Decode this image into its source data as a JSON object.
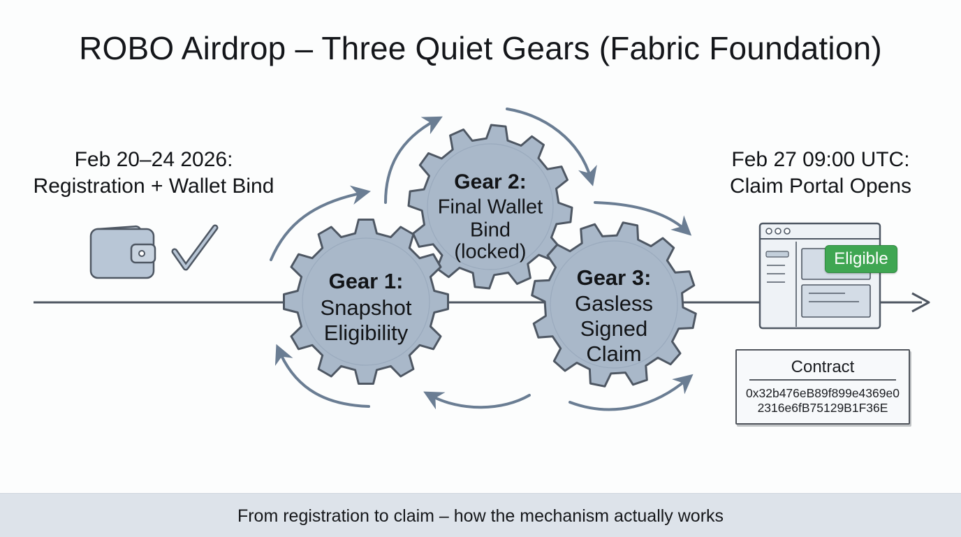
{
  "title": "ROBO Airdrop – Three Quiet Gears (Fabric Foundation)",
  "left_caption": {
    "line1": "Feb 20–24 2026:",
    "line2": "Registration + Wallet Bind"
  },
  "right_caption": {
    "line1": "Feb 27 09:00 UTC:",
    "line2": "Claim Portal Opens"
  },
  "gears": [
    {
      "heading": "Gear 1:",
      "lines": [
        "Snapshot",
        "Eligibility"
      ]
    },
    {
      "heading": "Gear 2:",
      "lines": [
        "Final Wallet",
        "Bind",
        "(locked)"
      ]
    },
    {
      "heading": "Gear 3:",
      "lines": [
        "Gasless",
        "Signed",
        "Claim"
      ]
    }
  ],
  "portal": {
    "badge": "Eligible"
  },
  "contract": {
    "title": "Contract",
    "address_line1": "0x32b476eB89f899e4369e0",
    "address_line2": "2316e6fB75129B1F36E"
  },
  "footer": "From registration to claim – how the mechanism actually works",
  "colors": {
    "gear_fill": "#a9b8c9",
    "gear_stroke": "#4e5763",
    "arrow": "#6a7d93",
    "badge_green": "#3fa652",
    "footer_bg": "#dde3ea"
  },
  "icons": [
    "wallet-icon",
    "checkmark-icon",
    "browser-window-icon",
    "arrow-right-icon"
  ]
}
